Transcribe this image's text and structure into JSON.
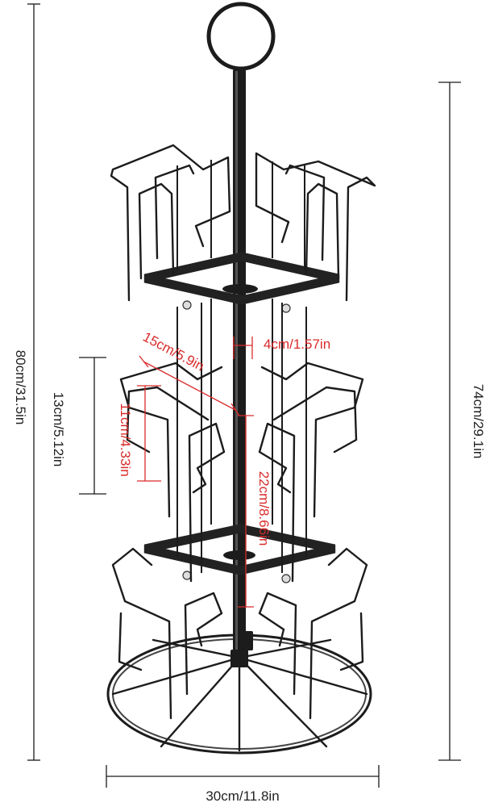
{
  "dimensions": {
    "total_height": "80cm/31.5in",
    "stand_height": "74cm/29.1in",
    "base_width": "30cm/11.8in",
    "pocket_height": "13cm/5.12in",
    "inner_pocket_height": "11cm/4.33in",
    "arm_length": "15cm/5.9in",
    "pole_gap": "4cm/1.57in",
    "tier_spacing": "22cm/8.66in"
  },
  "colors": {
    "dimension_black": "#1a1a1a",
    "dimension_red": "#d92b2b",
    "product_black": "#1c1c1c"
  }
}
